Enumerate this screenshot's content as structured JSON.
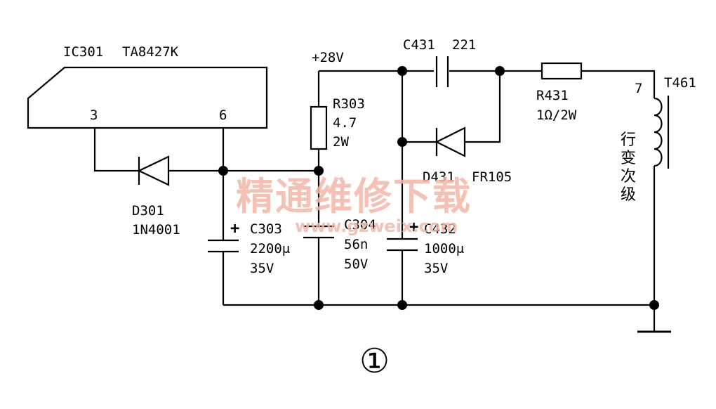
{
  "ic": {
    "name": "IC301",
    "part": "TA8427K",
    "pin3": "3",
    "pin6": "6"
  },
  "supply": {
    "label": "+28V"
  },
  "r303": {
    "ref": "R303",
    "value": "4.7",
    "rating": "2W"
  },
  "c431": {
    "ref": "C431",
    "value": "221"
  },
  "r431": {
    "ref": "R431",
    "value": "1Ω/2W"
  },
  "t461": {
    "ref": "T461",
    "pin": "7",
    "desc": [
      "行",
      "变",
      "次",
      "级"
    ]
  },
  "d431": {
    "ref": "D431",
    "part": "FR105"
  },
  "d301": {
    "ref": "D301",
    "part": "1N4001"
  },
  "c303": {
    "ref": "C303",
    "value": "2200μ",
    "voltage": "35V"
  },
  "c304": {
    "ref": "C304",
    "value": "56n",
    "voltage": "50V"
  },
  "c432": {
    "ref": "C432",
    "value": "1000μ",
    "voltage": "35V"
  },
  "figure": {
    "number": "①"
  },
  "watermark": {
    "text": "精通维修下载",
    "url": "www.gzweix.com"
  },
  "colors": {
    "line": "#000000",
    "watermark": "#f3b7a8"
  }
}
